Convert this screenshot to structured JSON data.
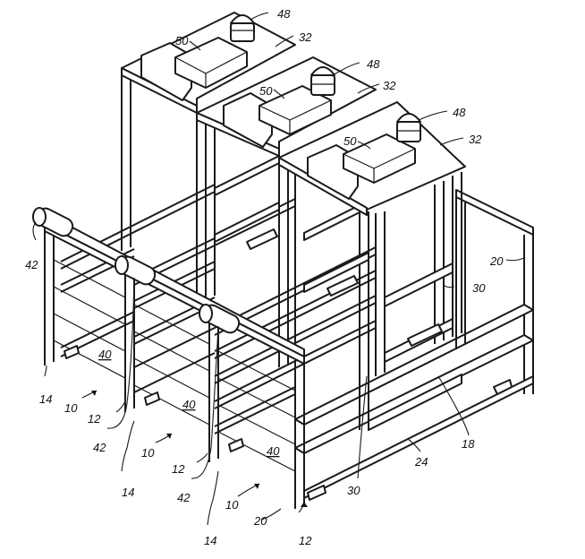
{
  "labels": {
    "n48a": "48",
    "n48b": "48",
    "n48c": "48",
    "n50a": "50",
    "n50b": "50",
    "n50c": "50",
    "n32a": "32",
    "n32b": "32",
    "n32c": "32",
    "n42a": "42",
    "n42b": "42",
    "n42c": "42",
    "n20a": "20",
    "n20b": "20",
    "n30a": "30",
    "n30b": "30",
    "n40a": "40",
    "n40b": "40",
    "n40c": "40",
    "n14a": "14",
    "n14b": "14",
    "n14c": "14",
    "n10a": "10",
    "n10b": "10",
    "n10c": "10",
    "n12a": "12",
    "n12b": "12",
    "n12c": "12",
    "n18": "18",
    "n24": "24"
  }
}
